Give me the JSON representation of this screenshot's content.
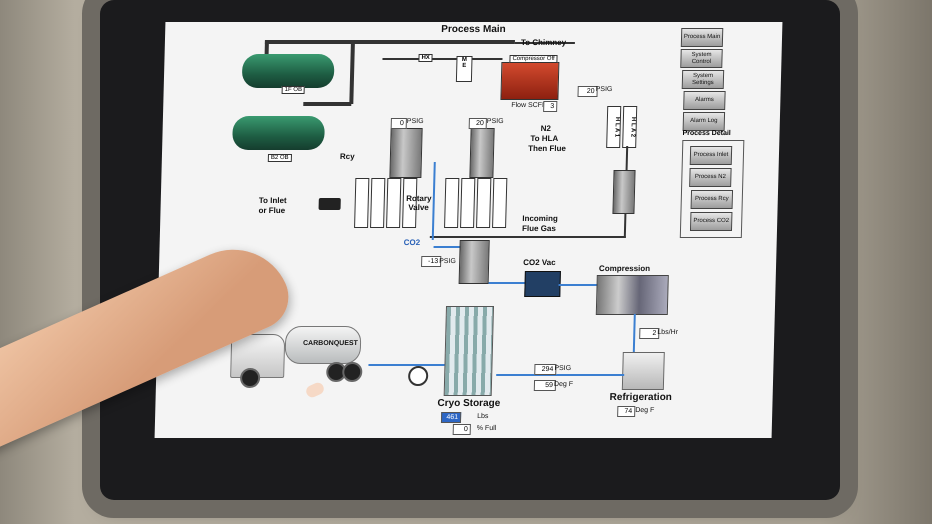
{
  "header": {
    "title": "Process Main",
    "chimney_label": "To Chimney"
  },
  "nav_buttons": [
    {
      "label": "Process Main"
    },
    {
      "label": "System Control"
    },
    {
      "label": "System Settings"
    },
    {
      "label": "Alarms"
    },
    {
      "label": "Alarm Log"
    }
  ],
  "process_detail": {
    "title": "Process Detail",
    "buttons": [
      {
        "label": "Process Inlet"
      },
      {
        "label": "Process N2"
      },
      {
        "label": "Process Rcy"
      },
      {
        "label": "Process CO2"
      }
    ]
  },
  "boilers": [
    {
      "tag": "1F OB"
    },
    {
      "tag": "B2 OB"
    }
  ],
  "hx_label": "HX",
  "me_label": "M E",
  "compressor": {
    "status": "Compressor Off",
    "flow_label": "Flow SCFM",
    "flow_value": "3"
  },
  "hla": [
    {
      "label": "H L A 1"
    },
    {
      "label": "H L A 2"
    }
  ],
  "pressures": {
    "hla_outlet": {
      "value": "20",
      "unit": "PSIG"
    },
    "vessel_left": {
      "value": "0",
      "unit": "PSIG"
    },
    "vessel_mid": {
      "value": "20",
      "unit": "PSIG"
    },
    "co2_vessel": {
      "value": "-13",
      "unit": "PSIG"
    },
    "refrig_line": {
      "value": "294",
      "unit": "PSIG"
    }
  },
  "labels": {
    "n2": "N2",
    "to_hla": "To HLA",
    "then_flue": "Then Flue",
    "rcy": "Rcy",
    "to_inlet": "To Inlet",
    "or_flue": "or Flue",
    "rotary_valve": "Rotary Valve",
    "incoming": "Incoming",
    "flue_gas": "Flue Gas",
    "co2": "CO2",
    "co2_vac": "CO2 Vac",
    "compression": "Compression",
    "refrigeration": "Refrigeration",
    "cryo_storage": "Cryo Storage"
  },
  "compression_rate": {
    "value": "2",
    "unit": "Lbs/Hr"
  },
  "temps": {
    "line": {
      "value": "59",
      "unit": "Deg F"
    },
    "refrigeration": {
      "value": "74",
      "unit": "Deg F"
    }
  },
  "cryo": {
    "lbs": {
      "value": "461",
      "unit": "Lbs"
    },
    "full": {
      "value": "0",
      "unit": "% Full"
    }
  },
  "truck_brand": "CARBONQUEST",
  "colors": {
    "accent_blue": "#3b7fd1",
    "compressor_red": "#c2391f",
    "boiler_green": "#2a7d58"
  }
}
